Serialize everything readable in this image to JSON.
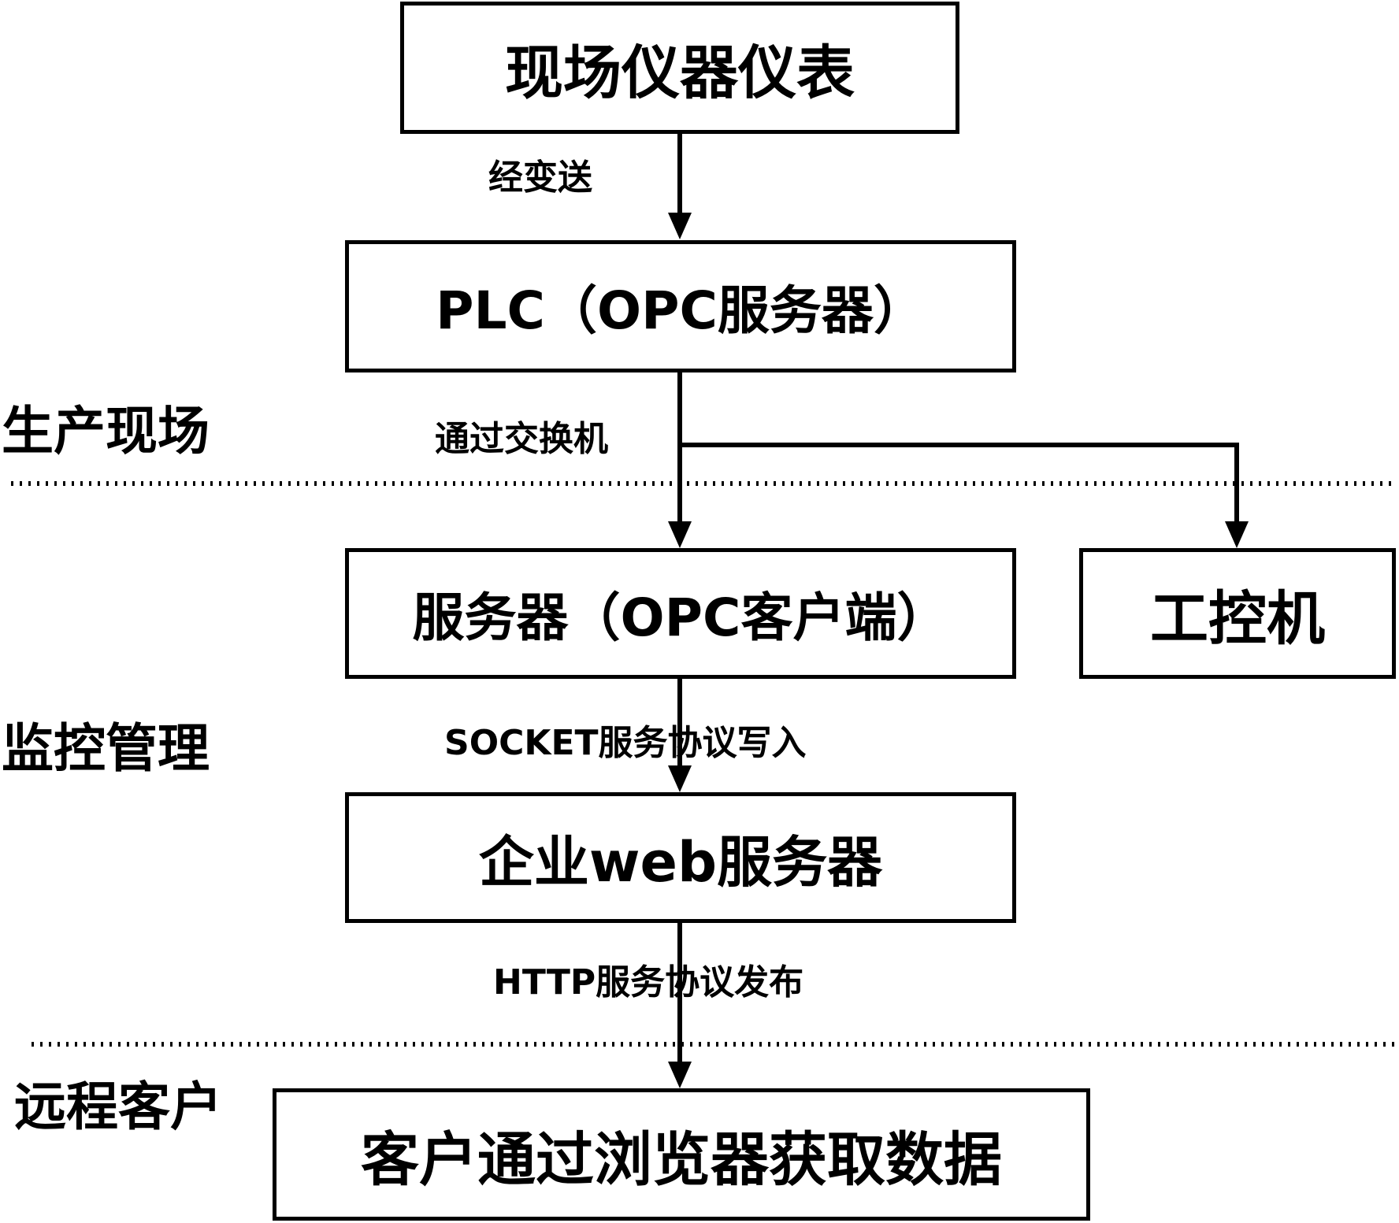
{
  "nodes": {
    "field_instruments": "现场仪器仪表",
    "plc": "PLC（OPC服务器）",
    "server": "服务器（OPC客户端）",
    "ipc": "工控机",
    "web_server": "企业web服务器",
    "client": "客户通过浏览器获取数据"
  },
  "edges": {
    "transmit": "经变送",
    "switch": "通过交换机",
    "socket": "SOCKET服务协议写入",
    "http": "HTTP服务协议发布"
  },
  "zones": {
    "production": "生产现场",
    "monitoring": "监控管理",
    "remote": "远程客户"
  }
}
